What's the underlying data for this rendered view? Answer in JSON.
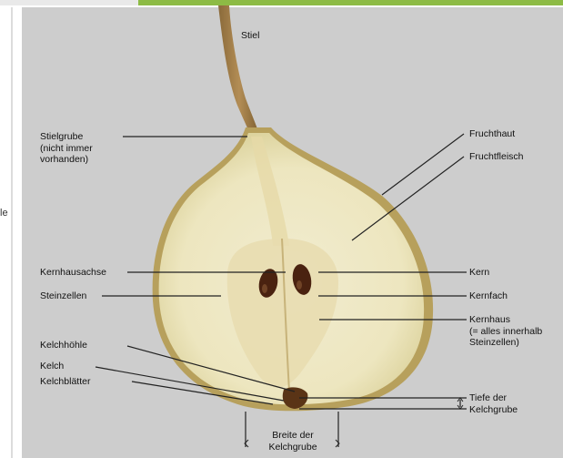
{
  "left_cut_text": "le",
  "labels": {
    "stiel": "Stiel",
    "stielgrube": "Stielgrube\n(nicht immer\nvorhanden)",
    "fruchthaut": "Fruchthaut",
    "fruchtfleisch": "Fruchtfleisch",
    "kernhausachse": "Kernhausachse",
    "steinzellen": "Steinzellen",
    "kern": "Kern",
    "kernfach": "Kernfach",
    "kernhaus": "Kernhaus\n(= alles innerhalb\nSteinzellen)",
    "kelchhoehle": "Kelchhöhle",
    "kelch": "Kelch",
    "kelchblaetter": "Kelchblätter",
    "tiefe_kelchgrube": "Tiefe der\nKelchgrube",
    "breite_kelchgrube": "Breite der\nKelchgrube"
  },
  "colors": {
    "background": "#cdcdcd",
    "accent_bar": "#8dbb45",
    "flesh": "#eeeac8",
    "skin": "#b8a260",
    "seed": "#4a2210"
  }
}
